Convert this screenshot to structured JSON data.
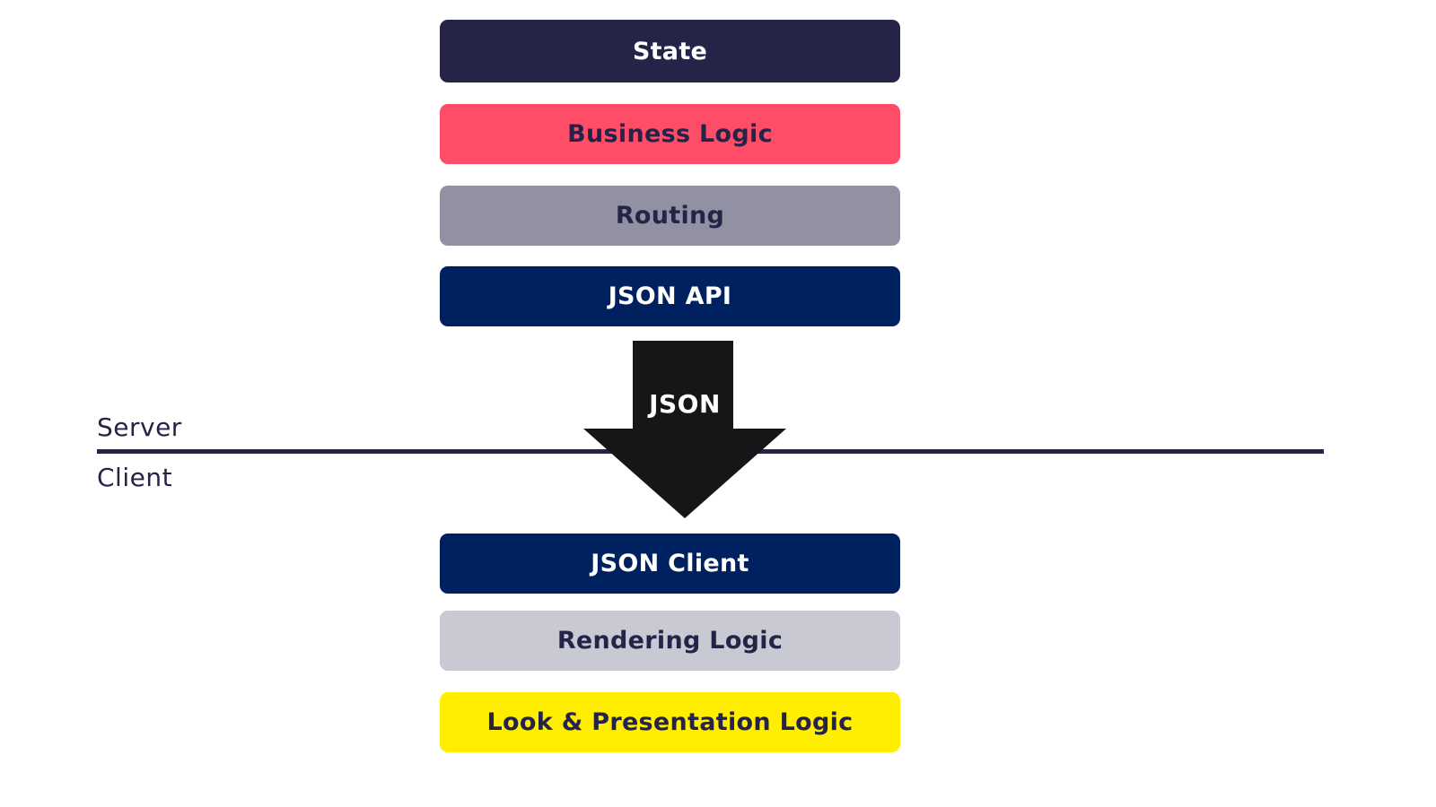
{
  "colors": {
    "state": "#252448",
    "business_logic": "#FF4D68",
    "routing": "#9191A3",
    "json_api": "#00215F",
    "json_client": "#00215F",
    "rendering_logic": "#C9C9D4",
    "look_presentation": "#FFEE00",
    "dark_text": "#252448",
    "light_text": "#FFFFFF",
    "arrow": "#161618",
    "divider": "#252448"
  },
  "server_layers": [
    {
      "label": "State"
    },
    {
      "label": "Business Logic"
    },
    {
      "label": "Routing"
    },
    {
      "label": "JSON API"
    }
  ],
  "client_layers": [
    {
      "label": "JSON Client"
    },
    {
      "label": "Rendering Logic"
    },
    {
      "label": "Look & Presentation Logic"
    }
  ],
  "zones": {
    "server": "Server",
    "client": "Client"
  },
  "arrow": {
    "label": "JSON",
    "direction": "down"
  }
}
